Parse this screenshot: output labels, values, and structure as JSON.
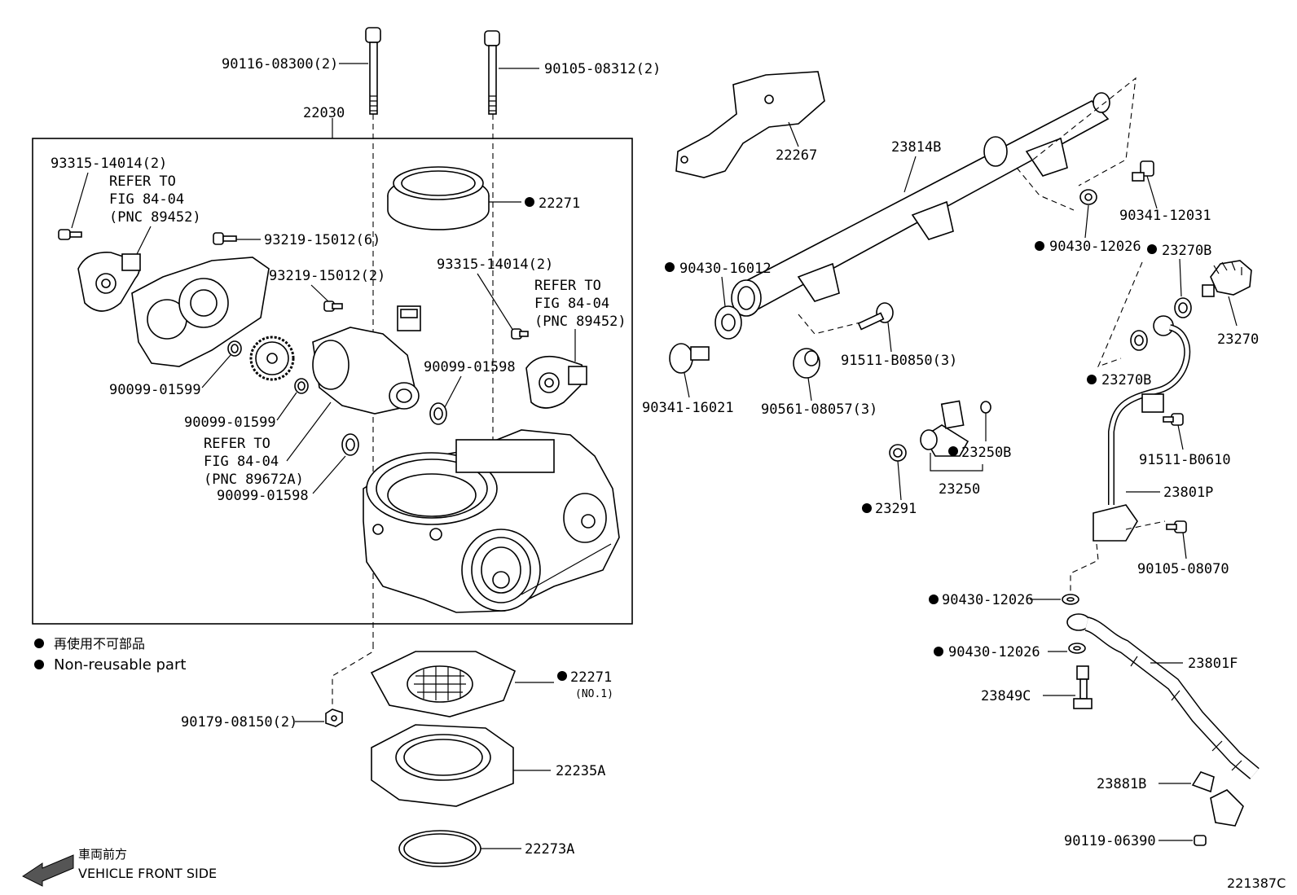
{
  "bolts_top": {
    "left": "90116-08300(2)",
    "right": "90105-08312(2)"
  },
  "assembly_number": "22030",
  "labels": {
    "p93315_left": "93315-14014(2)",
    "refer_left_1": "REFER TO",
    "refer_left_2": "FIG 84-04",
    "refer_left_3": "(PNC 89452)",
    "p93219_6": "93219-15012(6)",
    "p93219_2": "93219-15012(2)",
    "p93315_right": "93315-14014(2)",
    "refer_right_1": "REFER TO",
    "refer_right_2": "FIG 84-04",
    "refer_right_3": "(PNC 89452)",
    "p22271_top": "22271",
    "p90099_01599_a": "90099-01599",
    "p90099_01599_b": "90099-01599",
    "p90099_01598_a": "90099-01598",
    "p90099_01598_b": "90099-01598",
    "refer_mid_1": "REFER TO",
    "refer_mid_2": "FIG 84-04",
    "refer_mid_3": "(PNC 89672A)",
    "p22267": "22267",
    "p23814B": "23814B",
    "p90341_12031": "90341-12031",
    "p90430_12026_a": "90430-12026",
    "p23270B_a": "23270B",
    "p23270": "23270",
    "p23270B_b": "23270B",
    "p90430_16012": "90430-16012",
    "p90341_16021": "90341-16021",
    "p91511_B0850": "91511-B0850(3)",
    "p90561_08057": "90561-08057(3)",
    "p23250B": "23250B",
    "p23250": "23250",
    "p23291": "23291",
    "p91511_B0610": "91511-B0610",
    "p23801P": "23801P",
    "p90105_08070": "90105-08070",
    "p90430_12026_b": "90430-12026",
    "p90430_12026_c": "90430-12026",
    "p23801F": "23801F",
    "p23849C": "23849C",
    "p23881B": "23881B",
    "p90119_06390": "90119-06390",
    "p22271_bottom": "22271",
    "p22271_bottom_sub": "(NO.1)",
    "p90179_08150": "90179-08150(2)",
    "p22235A": "22235A",
    "p22273A": "22273A"
  },
  "legend": {
    "jp": "再使用不可部品",
    "en": "Non-reusable part"
  },
  "front": {
    "jp": "車両前方",
    "en": "VEHICLE FRONT SIDE"
  },
  "figure_number": "221387C"
}
